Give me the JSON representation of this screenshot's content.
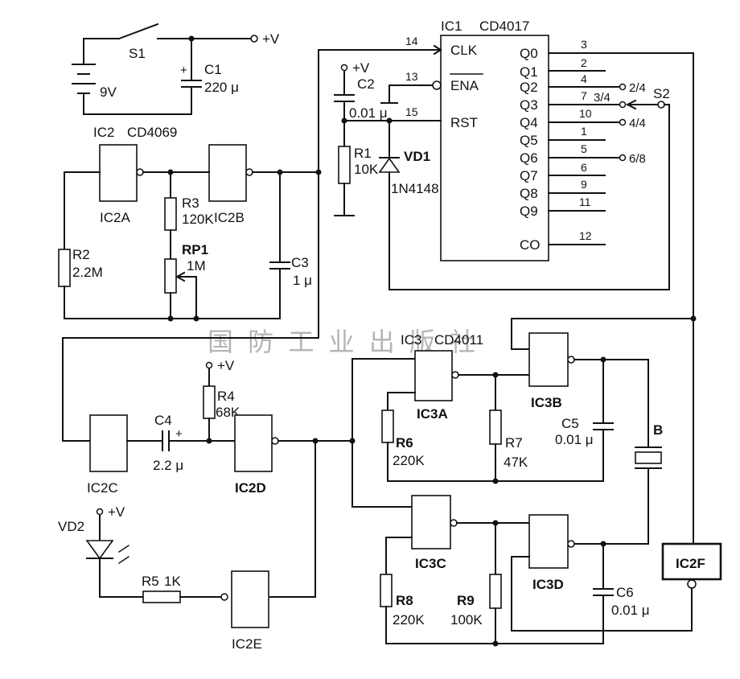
{
  "battery": {
    "name": "",
    "value": "9V"
  },
  "switch_s1": {
    "name": "S1"
  },
  "supply": {
    "plus_v": "+V",
    "plus_sign": "+"
  },
  "c1": {
    "name": "C1",
    "value": "220 μ"
  },
  "ic1": {
    "name": "IC1",
    "part": "CD4017",
    "pins_left": [
      {
        "num": "14",
        "label": "CLK"
      },
      {
        "num": "13",
        "label": "ENA"
      },
      {
        "num": "15",
        "label": "RST"
      }
    ],
    "outputs": [
      {
        "label": "Q0",
        "pin": "3"
      },
      {
        "label": "Q1",
        "pin": "2"
      },
      {
        "label": "Q2",
        "pin": "4"
      },
      {
        "label": "Q3",
        "pin": "7"
      },
      {
        "label": "Q4",
        "pin": "10"
      },
      {
        "label": "Q5",
        "pin": "1"
      },
      {
        "label": "Q6",
        "pin": "5"
      },
      {
        "label": "Q7",
        "pin": "6"
      },
      {
        "label": "Q8",
        "pin": "9"
      },
      {
        "label": "Q9",
        "pin": "11"
      },
      {
        "label": "CO",
        "pin": "12"
      }
    ]
  },
  "s2": {
    "name": "S2",
    "positions": [
      "2/4",
      "3/4",
      "4/4",
      "6/8"
    ]
  },
  "c2": {
    "name": "C2",
    "value": "0.01 μ"
  },
  "r1": {
    "name": "R1",
    "value": "10K"
  },
  "vd1": {
    "name": "VD1",
    "part": "1N4148"
  },
  "ic2": {
    "name": "IC2",
    "part": "CD4069",
    "gates": [
      "IC2A",
      "IC2B",
      "IC2C",
      "IC2D",
      "IC2E",
      "IC2F"
    ]
  },
  "r2": {
    "name": "R2",
    "value": "2.2M"
  },
  "r3": {
    "name": "R3",
    "value": "120K"
  },
  "rp1": {
    "name": "RP1",
    "value": "1M"
  },
  "c3": {
    "name": "C3",
    "value": "1 μ"
  },
  "watermark": "国 防 工 业 出 版 社",
  "ic3": {
    "name": "IC3",
    "part": "CD4011",
    "gates": [
      "IC3A",
      "IC3B",
      "IC3C",
      "IC3D"
    ]
  },
  "c4": {
    "name": "C4",
    "value": "2.2 μ"
  },
  "r4": {
    "name": "R4",
    "value": "68K"
  },
  "r6": {
    "name": "R6",
    "value": "220K"
  },
  "r7": {
    "name": "R7",
    "value": "47K"
  },
  "c5": {
    "name": "C5",
    "value": "0.01 μ"
  },
  "buzzer": {
    "name": "B"
  },
  "r8": {
    "name": "R8",
    "value": "220K"
  },
  "r9": {
    "name": "R9",
    "value": "100K"
  },
  "c6": {
    "name": "C6",
    "value": "0.01 μ"
  },
  "vd2": {
    "name": "VD2"
  },
  "r5": {
    "name": "R5",
    "value": "1K"
  }
}
